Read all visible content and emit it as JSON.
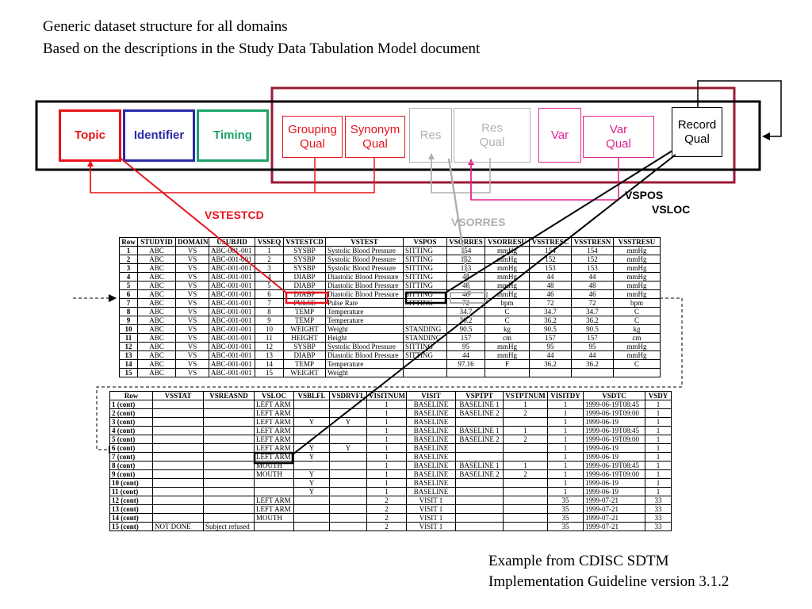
{
  "heading": {
    "line1": "Generic dataset structure for all domains",
    "line2": "Based on the descriptions in the Study Data Tabulation Model document"
  },
  "boxes": {
    "topic": "Topic",
    "identifier": "Identifier",
    "timing": "Timing",
    "grouping_qual": "Grouping\nQual",
    "synonym_qual": "Synonym\nQual",
    "res": "Res",
    "res_qual": "Res\nQual",
    "var": "Var",
    "var_qual": "Var\nQual",
    "record_qual": "Record\nQual"
  },
  "labels": {
    "vstestcd": "VSTESTCD",
    "vsorres": "VSORRES",
    "vspos": "VSPOS",
    "vsloc": "VSLOC"
  },
  "colors": {
    "topic": "#e8141c",
    "identifier": "#2a2aa8",
    "timing": "#1ea36a",
    "qual_red": "#e8141c",
    "res_gray": "#b0b0b0",
    "var_pink": "#e0208c",
    "frame_maroon": "#9b1b36"
  },
  "table1": {
    "headers": [
      "Row",
      "STUDYID",
      "DOMAIN",
      "USUBJID",
      "VSSEQ",
      "VSTESTCD",
      "VSTEST",
      "VSPOS",
      "VSORRES",
      "VSORRESU",
      "VSSTRESC",
      "VSSTRESN",
      "VSSTRESU"
    ],
    "rows": [
      [
        "1",
        "ABC",
        "VS",
        "ABC-001-001",
        "1",
        "SYSBP",
        "Systolic Blood Pressure",
        "SITTING",
        "154",
        "mmHg",
        "154",
        "154",
        "mmHg"
      ],
      [
        "2",
        "ABC",
        "VS",
        "ABC-001-001",
        "2",
        "SYSBP",
        "Systolic Blood Pressure",
        "SITTING",
        "152",
        "mmHg",
        "152",
        "152",
        "mmHg"
      ],
      [
        "3",
        "ABC",
        "VS",
        "ABC-001-001",
        "3",
        "SYSBP",
        "Systolic Blood Pressure",
        "SITTING",
        "153",
        "mmHg",
        "153",
        "153",
        "mmHg"
      ],
      [
        "4",
        "ABC",
        "VS",
        "ABC-001-001",
        "4",
        "DIABP",
        "Diastolic Blood Pressure",
        "SITTING",
        "44",
        "mmHg",
        "44",
        "44",
        "mmHg"
      ],
      [
        "5",
        "ABC",
        "VS",
        "ABC-001-001",
        "5",
        "DIABP",
        "Diastolic Blood Pressure",
        "SITTING",
        "48",
        "mmHg",
        "48",
        "48",
        "mmHg"
      ],
      [
        "6",
        "ABC",
        "VS",
        "ABC-001-001",
        "6",
        "DIABP",
        "Diastolic Blood Pressure",
        "SITTING",
        "46",
        "mmHg",
        "46",
        "46",
        "mmHg"
      ],
      [
        "7",
        "ABC",
        "VS",
        "ABC-001-001",
        "7",
        "PULSE",
        "Pulse Rate",
        "SITTING",
        "72",
        "bpm",
        "72",
        "72",
        "bpm"
      ],
      [
        "8",
        "ABC",
        "VS",
        "ABC-001-001",
        "8",
        "TEMP",
        "Temperature",
        "",
        "34.7",
        "C",
        "34.7",
        "34.7",
        "C"
      ],
      [
        "9",
        "ABC",
        "VS",
        "ABC-001-001",
        "9",
        "TEMP",
        "Temperature",
        "",
        "36.2",
        "C",
        "36.2",
        "36.2",
        "C"
      ],
      [
        "10",
        "ABC",
        "VS",
        "ABC-001-001",
        "10",
        "WEIGHT",
        "Weight",
        "STANDING",
        "90.5",
        "kg",
        "90.5",
        "90.5",
        "kg"
      ],
      [
        "11",
        "ABC",
        "VS",
        "ABC-001-001",
        "11",
        "HEIGHT",
        "Height",
        "STANDING",
        "157",
        "cm",
        "157",
        "157",
        "cm"
      ],
      [
        "12",
        "ABC",
        "VS",
        "ABC-001-001",
        "12",
        "SYSBP",
        "Systolic Blood Pressure",
        "SITTING",
        "95",
        "mmHg",
        "95",
        "95",
        "mmHg"
      ],
      [
        "13",
        "ABC",
        "VS",
        "ABC-001-001",
        "13",
        "DIABP",
        "Diastolic Blood Pressure",
        "SITTING",
        "44",
        "mmHg",
        "44",
        "44",
        "mmHg"
      ],
      [
        "14",
        "ABC",
        "VS",
        "ABC-001-001",
        "14",
        "TEMP",
        "Temperature",
        "",
        "97.16",
        "F",
        "36.2",
        "36.2",
        "C"
      ],
      [
        "15",
        "ABC",
        "VS",
        "ABC-001-001",
        "15",
        "WEIGHT",
        "Weight",
        "",
        "",
        "",
        "",
        "",
        ""
      ]
    ]
  },
  "table2": {
    "headers": [
      "Row",
      "VSSTAT",
      "VSREASND",
      "VSLOC",
      "VSBLFL",
      "VSDRVFL",
      "VISITNUM",
      "VISIT",
      "VSPTPT",
      "VSTPTNUM",
      "VISITDY",
      "VSDTC",
      "VSDY"
    ],
    "rows": [
      [
        "1 (cont)",
        "",
        "",
        "LEFT ARM",
        "",
        "",
        "1",
        "BASELINE",
        "BASELINE 1",
        "1",
        "1",
        "1999-06-19T08:45",
        "1"
      ],
      [
        "2 (cont)",
        "",
        "",
        "LEFT ARM",
        "",
        "",
        "1",
        "BASELINE",
        "BASELINE 2",
        "2",
        "1",
        "1999-06-19T09:00",
        "1"
      ],
      [
        "3 (cont)",
        "",
        "",
        "LEFT ARM",
        "Y",
        "Y",
        "1",
        "BASELINE",
        "",
        "",
        "1",
        "1999-06-19",
        "1"
      ],
      [
        "4 (cont)",
        "",
        "",
        "LEFT ARM",
        "",
        "",
        "1",
        "BASELINE",
        "BASELINE 1",
        "1",
        "1",
        "1999-06-19T08:45",
        "1"
      ],
      [
        "5 (cont)",
        "",
        "",
        "LEFT ARM",
        "",
        "",
        "1",
        "BASELINE",
        "BASELINE 2",
        "2",
        "1",
        "1999-06-19T09:00",
        "1"
      ],
      [
        "6 (cont)",
        "",
        "",
        "LEFT ARM",
        "Y",
        "Y",
        "1",
        "BASELINE",
        "",
        "",
        "1",
        "1999-06-19",
        "1"
      ],
      [
        "7 (cont)",
        "",
        "",
        "LEFT ARM",
        "Y",
        "",
        "1",
        "BASELINE",
        "",
        "",
        "1",
        "1999-06-19",
        "1"
      ],
      [
        "8 (cont)",
        "",
        "",
        "MOUTH",
        "",
        "",
        "1",
        "BASELINE",
        "BASELINE 1",
        "1",
        "1",
        "1999-06-19T08:45",
        "1"
      ],
      [
        "9 (cont)",
        "",
        "",
        "MOUTH",
        "Y",
        "",
        "1",
        "BASELINE",
        "BASELINE 2",
        "2",
        "1",
        "1999-06-19T09:00",
        "1"
      ],
      [
        "10 (cont)",
        "",
        "",
        "",
        "Y",
        "",
        "1",
        "BASELINE",
        "",
        "",
        "1",
        "1999-06-19",
        "1"
      ],
      [
        "11 (cont)",
        "",
        "",
        "",
        "Y",
        "",
        "1",
        "BASELINE",
        "",
        "",
        "1",
        "1999-06-19",
        "1"
      ],
      [
        "12 (cont)",
        "",
        "",
        "LEFT ARM",
        "",
        "",
        "2",
        "VISIT 1",
        "",
        "",
        "35",
        "1999-07-21",
        "33"
      ],
      [
        "13 (cont)",
        "",
        "",
        "LEFT ARM",
        "",
        "",
        "2",
        "VISIT 1",
        "",
        "",
        "35",
        "1999-07-21",
        "33"
      ],
      [
        "14 (cont)",
        "",
        "",
        "MOUTH",
        "",
        "",
        "2",
        "VISIT 1",
        "",
        "",
        "35",
        "1999-07-21",
        "33"
      ],
      [
        "15 (cont)",
        "NOT DONE",
        "Subject refused",
        "",
        "",
        "",
        "2",
        "VISIT 1",
        "",
        "",
        "35",
        "1999-07-21",
        "33"
      ]
    ]
  },
  "footer": {
    "line1": "Example from CDISC SDTM",
    "line2": "Implementation Guideline version 3.1.2"
  }
}
